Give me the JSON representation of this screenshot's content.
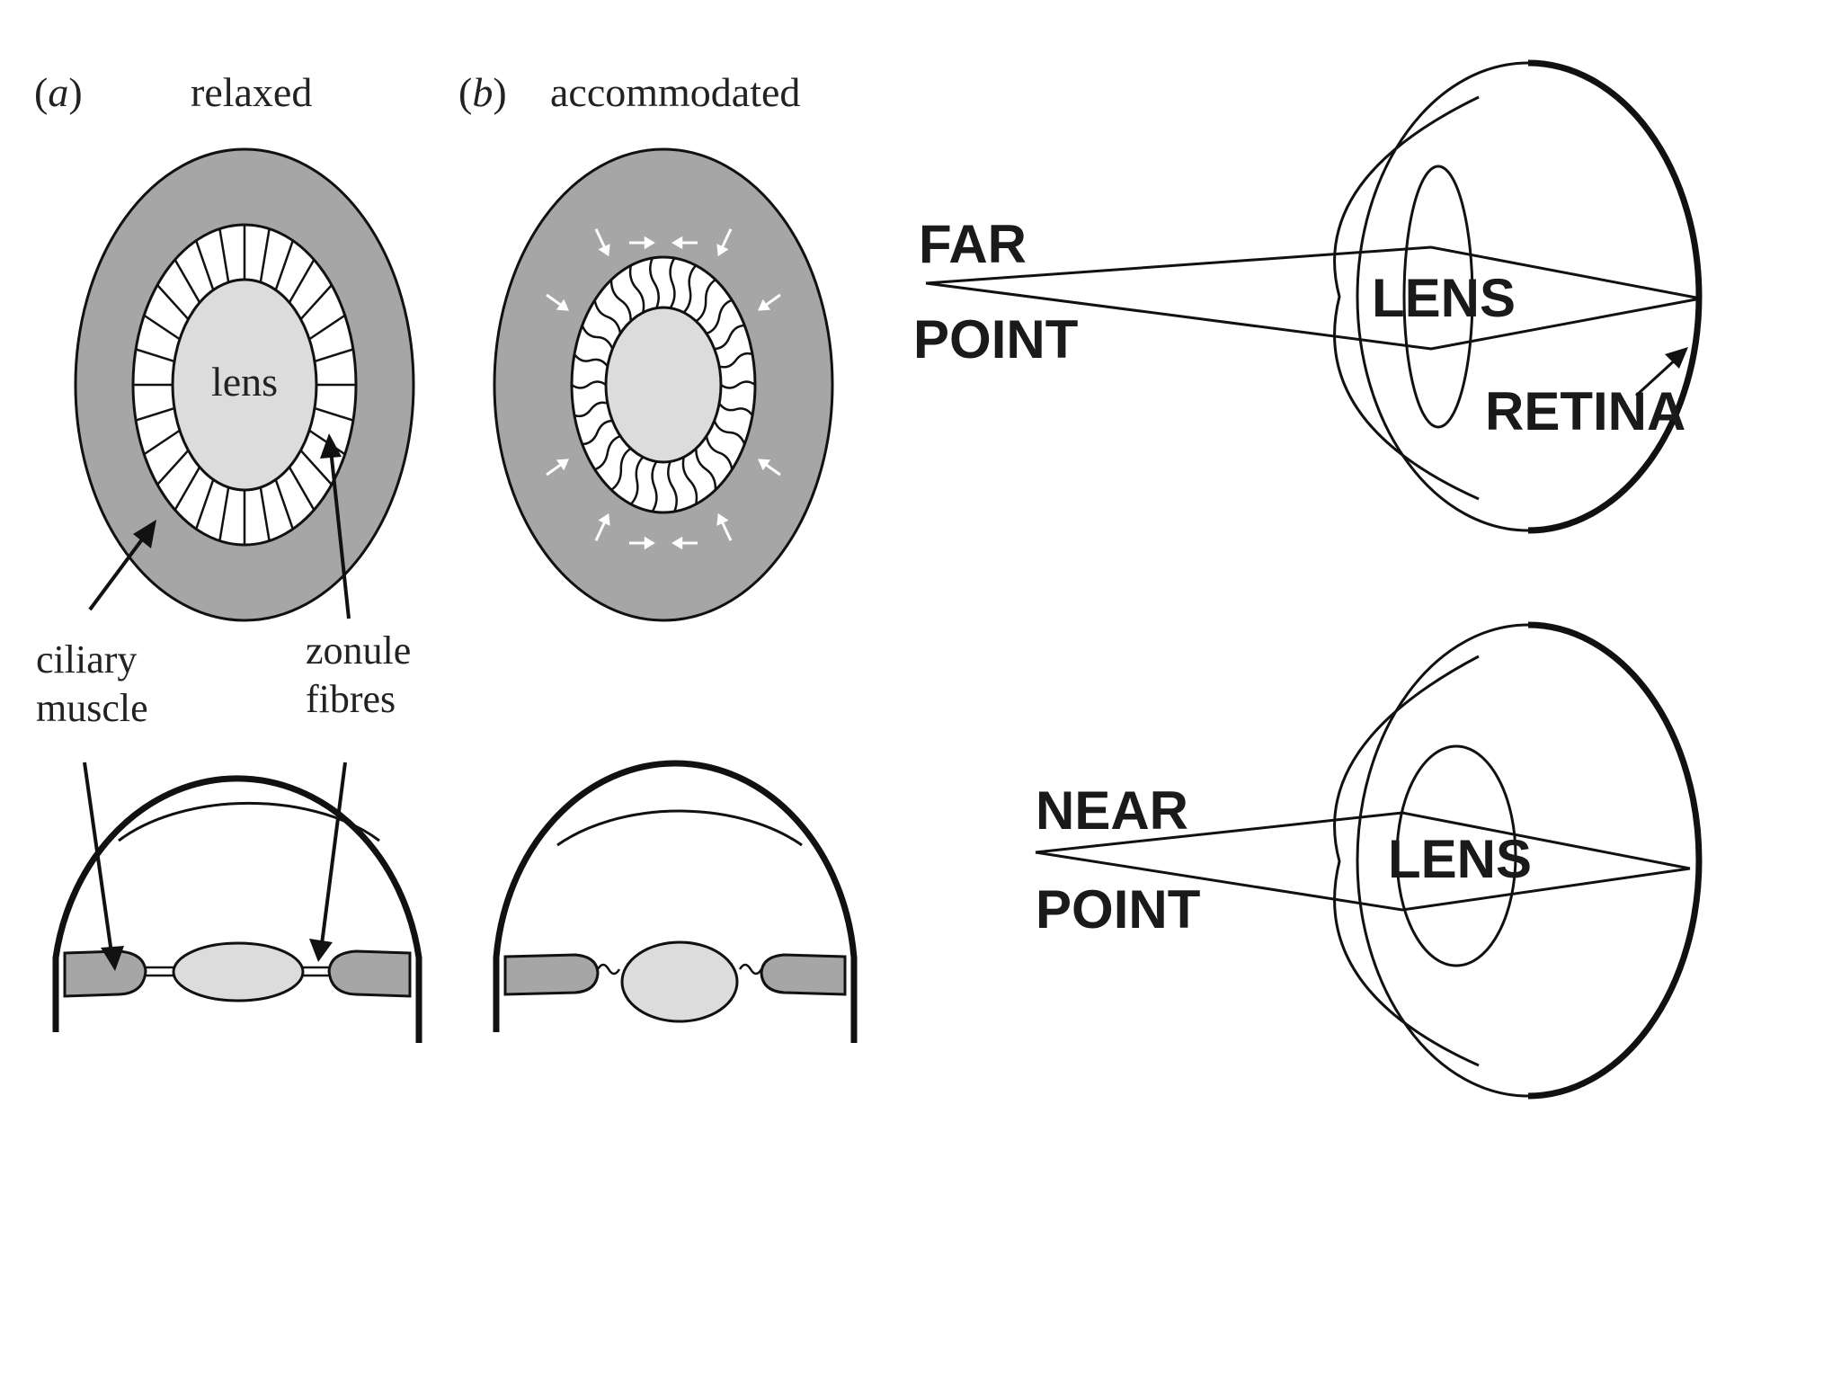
{
  "panel_a": {
    "label_paren_open": "(",
    "label_letter": "a",
    "label_paren_close": ")",
    "state": "relaxed",
    "lens_label": "lens",
    "ciliary_line1": "ciliary",
    "ciliary_line2": "muscle",
    "zonule_line1": "zonule",
    "zonule_line2": "fibres"
  },
  "panel_b": {
    "label_paren_open": "(",
    "label_letter": "b",
    "label_paren_close": ")",
    "state": "accommodated"
  },
  "far_eye": {
    "point_line1": "FAR",
    "point_line2": "POINT",
    "lens_label": "LENS",
    "retina_label": "RETINA"
  },
  "near_eye": {
    "point_line1": "NEAR",
    "point_line2": "POINT",
    "lens_label": "LENS"
  },
  "colors": {
    "muscle_gray": "#a6a6a6",
    "lens_gray": "#dcdcdc",
    "ink": "#111111"
  }
}
